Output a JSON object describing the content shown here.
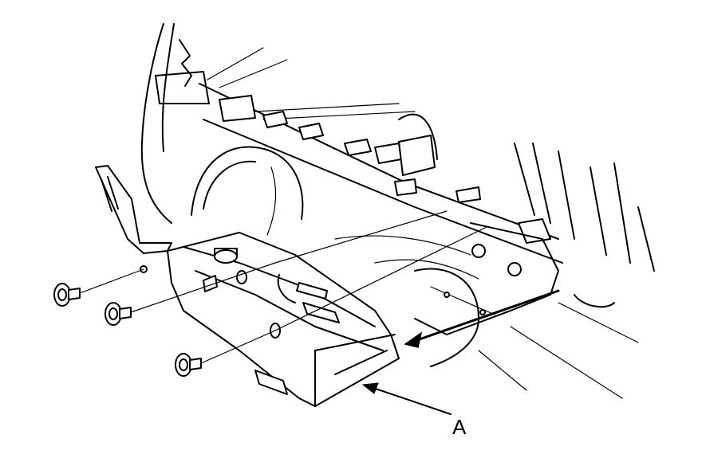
{
  "diagram": {
    "callouts": [
      {
        "id": "A",
        "text": "A"
      }
    ],
    "fastener_count": 3,
    "colors": {
      "line": "#000000",
      "background": "#ffffff"
    }
  }
}
